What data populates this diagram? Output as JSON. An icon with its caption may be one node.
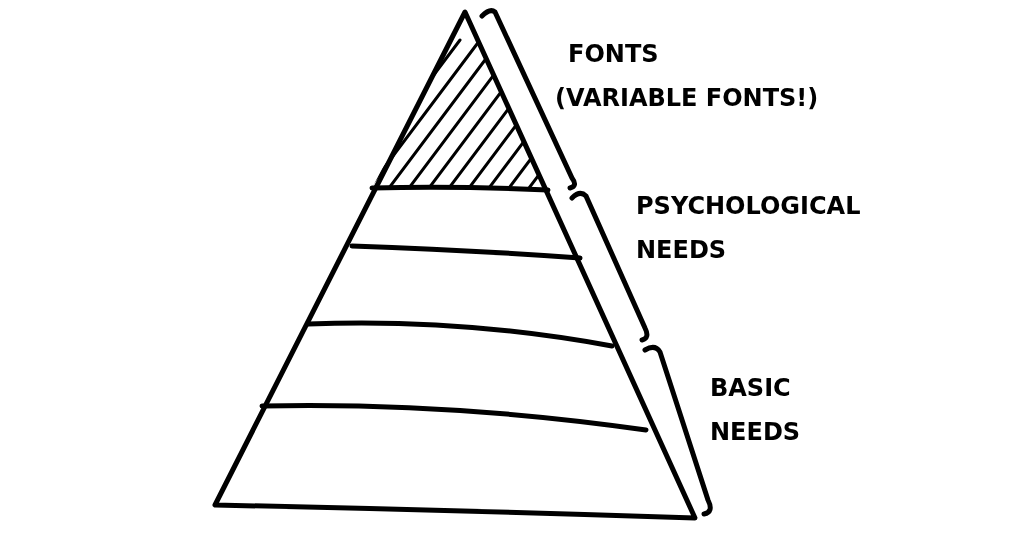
{
  "diagram": {
    "labels": [
      "FONTS",
      "(VARIABLE FONTS!)",
      "PSYCHOLOGICAL NEEDS",
      "BASIC NEEDS"
    ]
  }
}
